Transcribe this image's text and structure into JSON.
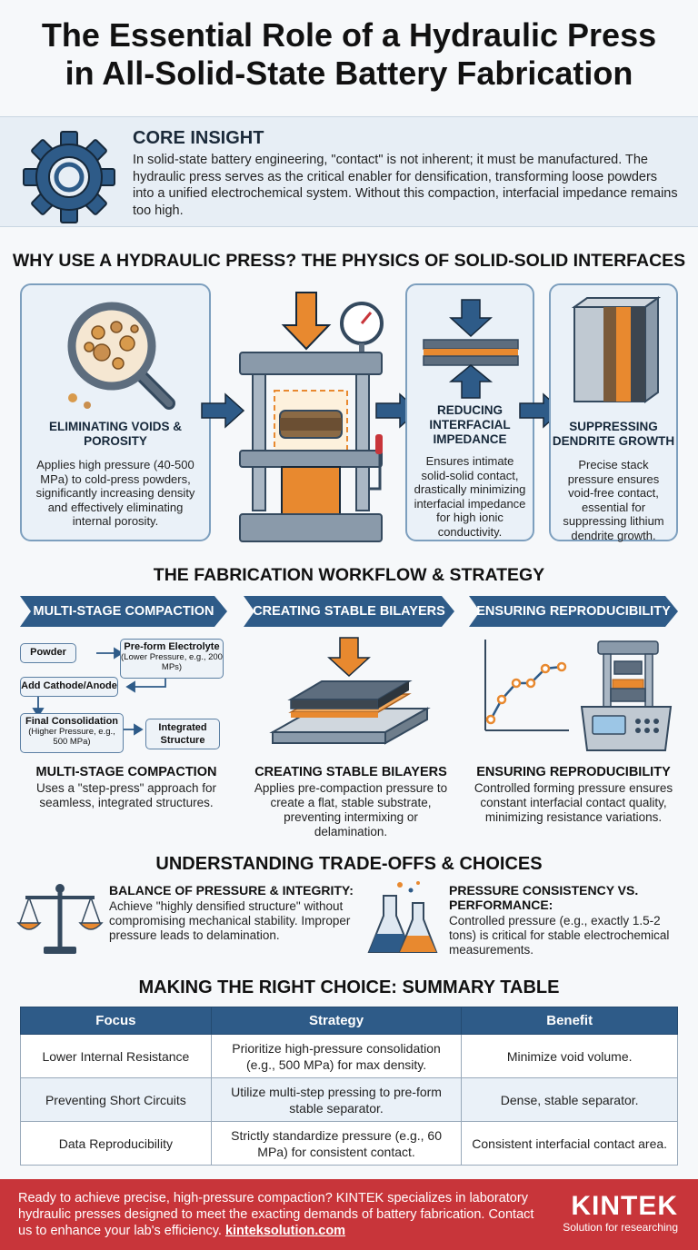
{
  "title": {
    "line1": "The Essential Role of a Hydraulic Press",
    "line2": "in All-Solid-State Battery Fabrication"
  },
  "insight": {
    "heading": "CORE INSIGHT",
    "text": "In solid-state battery engineering, \"contact\" is not inherent; it must be manufactured. The hydraulic press serves as the critical enabler for densification, transforming loose powders into a unified electrochemical system. Without this compaction, interfacial impedance remains too high.",
    "icon": "gear-icon"
  },
  "physics": {
    "heading": "WHY USE A HYDRAULIC PRESS? THE PHYSICS OF SOLID-SOLID INTERFACES",
    "cards": [
      {
        "title": "ELIMINATING VOIDS & POROSITY",
        "text": "Applies high pressure (40-500 MPa) to cold-press powders, significantly increasing density and effectively eliminating internal porosity.",
        "icon": "magnifier-powder-icon"
      },
      {
        "title": "REDUCING INTERFACIAL IMPEDANCE",
        "text": "Ensures intimate solid-solid contact, drastically minimizing interfacial impedance for high ionic conductivity.",
        "icon": "layer-compression-icon"
      },
      {
        "title": "SUPPRESSING DENDRITE GROWTH",
        "text": "Precise stack pressure ensures void-free contact, essential for suppressing lithium dendrite growth.",
        "icon": "battery-cell-icon"
      }
    ]
  },
  "workflow": {
    "heading": "THE FABRICATION WORKFLOW & STRATEGY",
    "chevrons": [
      "MULTI-STAGE COMPACTION",
      "CREATING STABLE BILAYERS",
      "ENSURING REPRODUCIBILITY"
    ],
    "flow": {
      "powder": "Powder",
      "preform": "Pre-form Electrolyte",
      "preform_sub": "(Lower Pressure, e.g., 200 MPs)",
      "add": "Add Cathode/Anode",
      "final": "Final Consolidation",
      "final_sub": "(Higher Pressure, e.g., 500 MPa)",
      "integrated": "Integrated Structure"
    },
    "columns": [
      {
        "title": "MULTI-STAGE COMPACTION",
        "text": "Uses a \"step-press\" approach for seamless, integrated structures."
      },
      {
        "title": "CREATING STABLE BILAYERS",
        "text": "Applies pre-compaction pressure to create a flat, stable substrate, preventing intermixing or delamination."
      },
      {
        "title": "ENSURING REPRODUCIBILITY",
        "text": "Controlled forming pressure ensures constant interfacial contact quality, minimizing resistance variations."
      }
    ]
  },
  "tradeoffs": {
    "heading": "UNDERSTANDING TRADE-OFFS & CHOICES",
    "items": [
      {
        "title": "BALANCE OF PRESSURE & INTEGRITY:",
        "text": "Achieve \"highly densified structure\" without compromising mechanical stability. Improper pressure leads to delamination.",
        "icon": "balance-scale-icon"
      },
      {
        "title": "PRESSURE CONSISTENCY VS. PERFORMANCE:",
        "text": "Controlled pressure (e.g., exactly 1.5-2 tons) is critical for stable electrochemical measurements.",
        "icon": "lab-flasks-icon"
      }
    ]
  },
  "summary": {
    "heading": "MAKING THE RIGHT CHOICE: SUMMARY TABLE",
    "headers": [
      "Focus",
      "Strategy",
      "Benefit"
    ],
    "rows": [
      [
        "Lower Internal Resistance",
        "Prioritize high-pressure consolidation (e.g., 500 MPa) for max density.",
        "Minimize void volume."
      ],
      [
        "Preventing Short Circuits",
        "Utilize multi-step pressing to pre-form stable separator.",
        "Dense, stable separator."
      ],
      [
        "Data Reproducibility",
        "Strictly standardize pressure (e.g., 60 MPa) for consistent contact.",
        "Consistent interfacial contact area."
      ]
    ]
  },
  "footer": {
    "text": "Ready to achieve precise, high-pressure compaction? KINTEK specializes in laboratory hydraulic presses designed to meet the exacting demands of battery fabrication. Contact us to enhance your lab's efficiency.",
    "link": "kinteksolution.com",
    "brand": "KINTEK",
    "tagline": "Solution for researching"
  },
  "colors": {
    "navy": "#2e5b88",
    "orange": "#e8892f",
    "footer_red": "#c8353a",
    "card_bg": "#eaf1f8"
  }
}
